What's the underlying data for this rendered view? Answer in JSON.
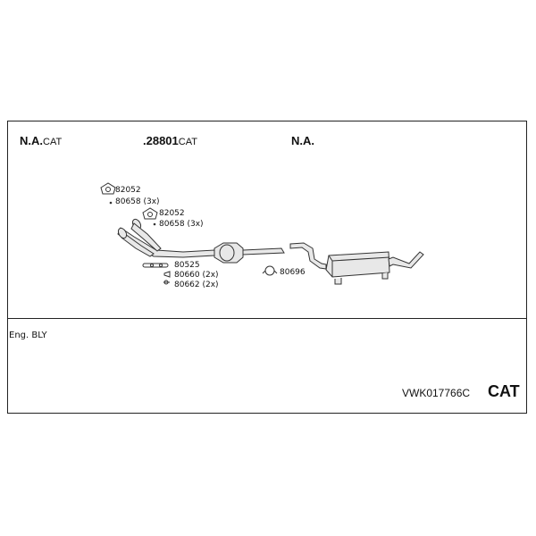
{
  "headers": {
    "left": {
      "prefix": "N.A.",
      "suffix": "CAT"
    },
    "middle": {
      "prefix": ".28801",
      "suffix": "CAT"
    },
    "right": {
      "prefix": "N.A.",
      "suffix": ""
    }
  },
  "parts": {
    "p1": "82052",
    "p2": "80658 (3x)",
    "p3": "82052",
    "p4": "80658 (3x)",
    "p5": "80525",
    "p6": "80660 (2x)",
    "p7": "80662 (2x)",
    "p8": "80696"
  },
  "engine": "Eng. BLY",
  "footer": {
    "code": "VWK017766C",
    "type": "CAT"
  },
  "colors": {
    "line": "#222222",
    "pipe_fill": "#e8e8e8",
    "pipe_stroke": "#333333"
  }
}
